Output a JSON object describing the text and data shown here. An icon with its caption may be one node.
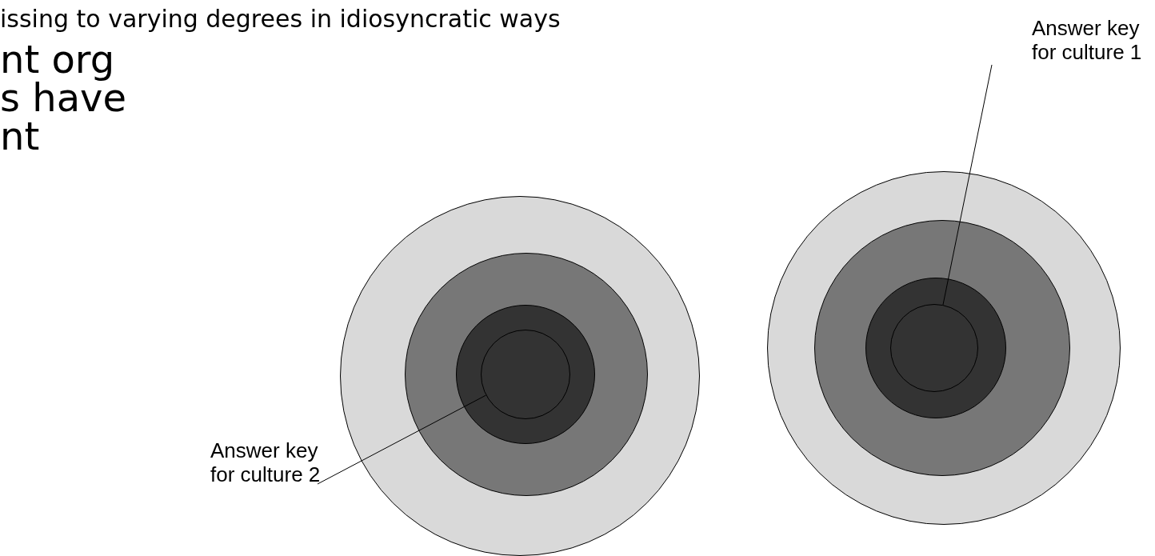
{
  "diagram": {
    "nodes": [
      {
        "text": [],
        "shape": "circle"
      },
      {
        "text": [],
        "shape": "circle",
        "in": 0
      },
      {
        "text": [],
        "shape": "circle",
        "in": 1
      },
      {
        "text": [],
        "shape": "circle",
        "in": 2
      },
      {
        "text": [],
        "shape": "circle"
      },
      {
        "text": [],
        "shape": "circle",
        "in": 4
      },
      {
        "text": [],
        "shape": "circle",
        "in": 5
      },
      {
        "text": [],
        "shape": "circle",
        "in": 6
      },
      {
        "text": [
          "Answer key for culture 1"
        ]
      },
      {
        "text": [
          "Answer key for culture 2"
        ]
      }
    ],
    "edges": [
      {
        "from": 8,
        "to": 7,
        "arrow": "none"
      },
      {
        "from": 9,
        "to": 3,
        "arrow": "none"
      }
    ],
    "labels": [
      "issing to varying degrees in idiosyncratic ways",
      "nt org s have nt"
    ]
  }
}
